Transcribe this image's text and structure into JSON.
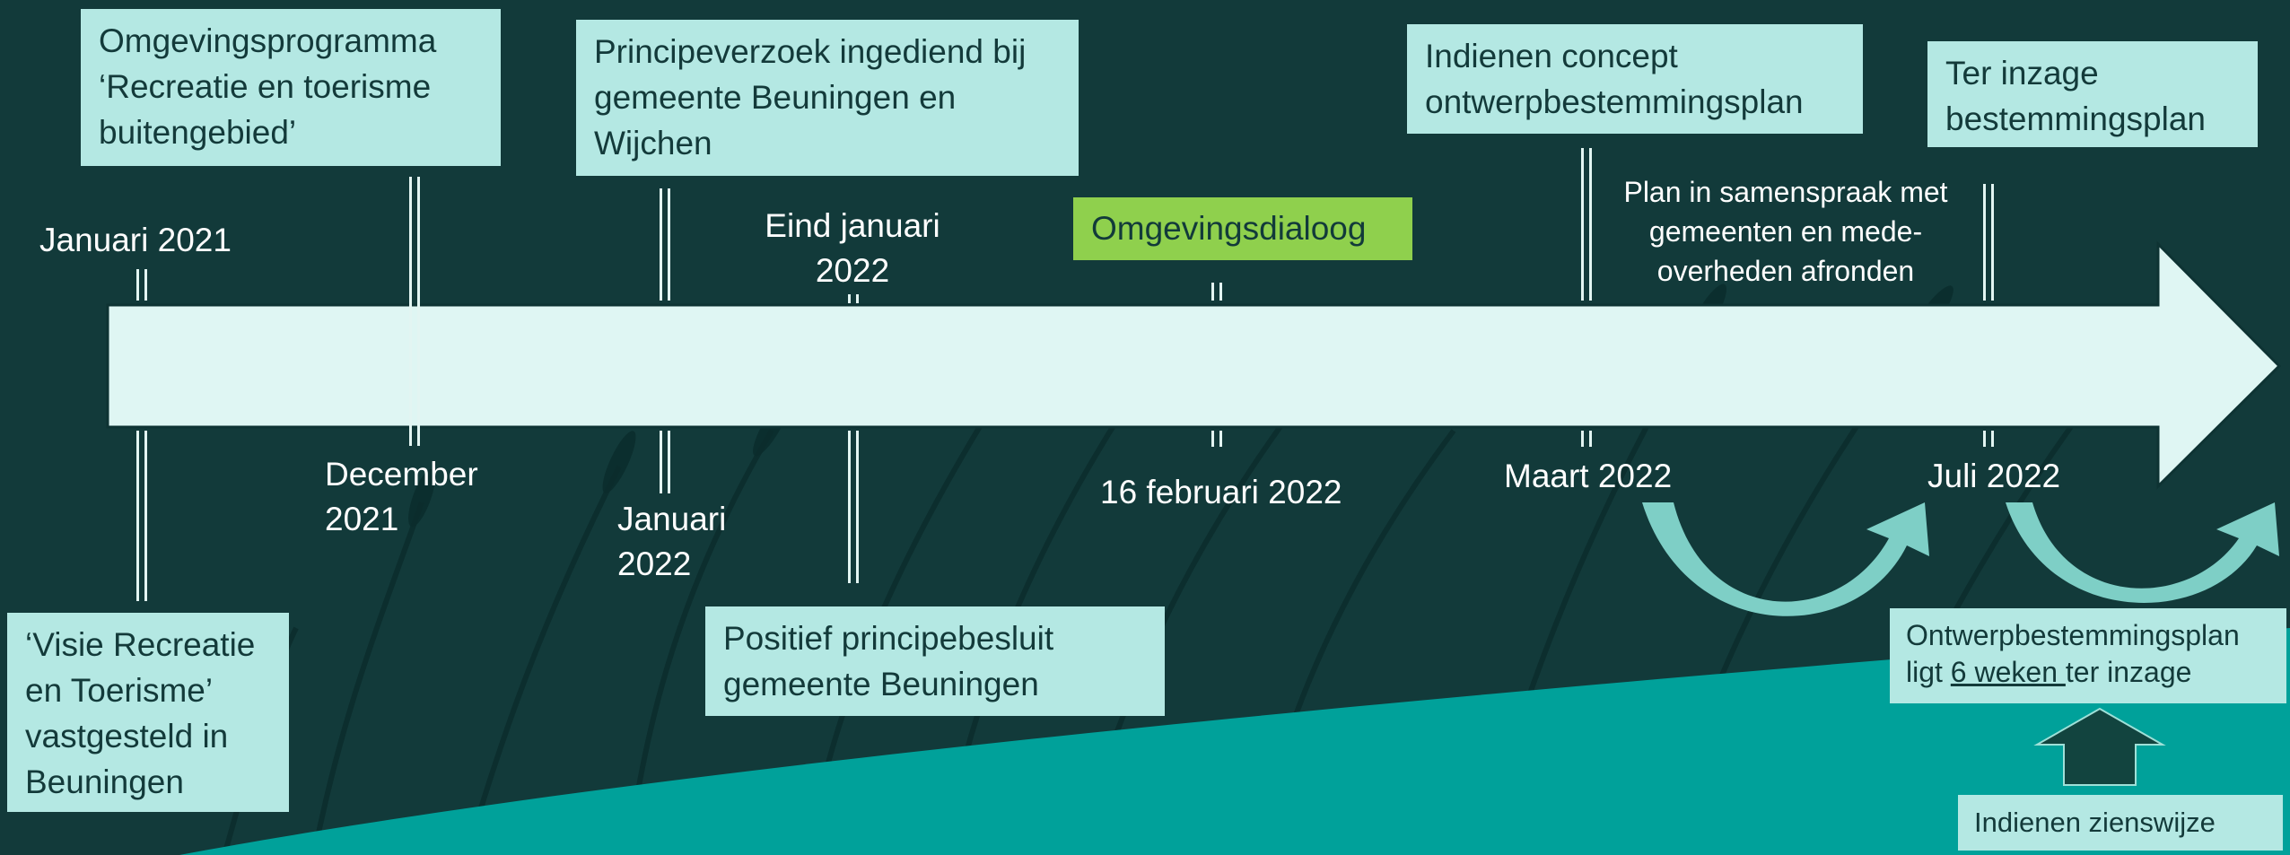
{
  "milestones": {
    "omgevingsprogramma": {
      "lines": [
        "Omgevingsprogramma",
        "‘Recreatie en toerisme",
        "buitengebied’"
      ]
    },
    "principeverzoek": {
      "lines": [
        "Principeverzoek ingediend bij",
        "gemeente Beuningen en",
        "Wijchen"
      ]
    },
    "indienen_concept": {
      "lines": [
        "Indienen concept",
        "ontwerpbestemmingsplan"
      ]
    },
    "ter_inzage": {
      "lines": [
        "Ter inzage",
        "bestemmingsplan"
      ]
    },
    "omgevingsdialoog": {
      "label": "Omgevingsdialoog"
    },
    "visie": {
      "lines": [
        "‘Visie Recreatie",
        "en Toerisme’",
        "vastgesteld in",
        "Beuningen"
      ]
    },
    "positief": {
      "lines": [
        "Positief principebesluit",
        "gemeente Beuningen"
      ]
    },
    "ontwerp_inzage": {
      "line1": "Ontwerpbestemmingsplan",
      "line2_pre": "ligt ",
      "line2_u": "6 weken ",
      "line2_post": "ter inzage"
    },
    "zienswijze": {
      "label": "Indienen zienswijze"
    }
  },
  "dates": {
    "jan2021": "Januari 2021",
    "eind_jan_2022": [
      "Eind januari",
      "2022"
    ],
    "dec2021": [
      "December",
      "2021"
    ],
    "jan2022": [
      "Januari",
      "2022"
    ],
    "feb2022": "16 februari 2022",
    "mrt2022": "Maart 2022",
    "jul2022": "Juli 2022"
  },
  "notes": {
    "samenspraak": [
      "Plan in samenspraak met",
      "gemeenten en mede-",
      "overheden afronden"
    ]
  },
  "colors": {
    "background": "#123a3a",
    "box": "#b4e8e3",
    "accent_green": "#8fd04d",
    "teal_wave": "#00a19a",
    "arrow_fill": "#dff6f3"
  }
}
